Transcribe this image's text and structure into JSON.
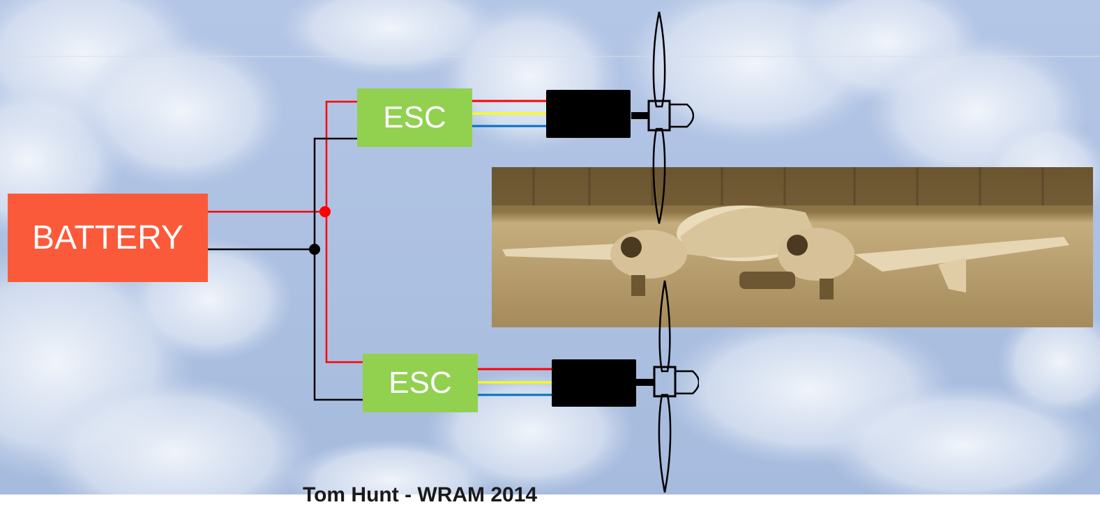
{
  "colors": {
    "sky": "#a9bddf",
    "cloud": "#e8eef8",
    "battery": "#fb5a3a",
    "esc": "#92d050",
    "wire_positive": "#ff0000",
    "wire_negative": "#000000",
    "signal_yellow": "#ffff00",
    "signal_blue": "#0070c0",
    "motor": "#000000",
    "photo_sepia": "#b59a68"
  },
  "diagram": {
    "battery_label": "BATTERY",
    "esc_top_label": "ESC",
    "esc_bottom_label": "ESC",
    "footer": "Tom Hunt - WRAM 2014"
  },
  "icons": {
    "propeller": "propeller-icon",
    "photo": "twin-engine-plane-photo"
  }
}
